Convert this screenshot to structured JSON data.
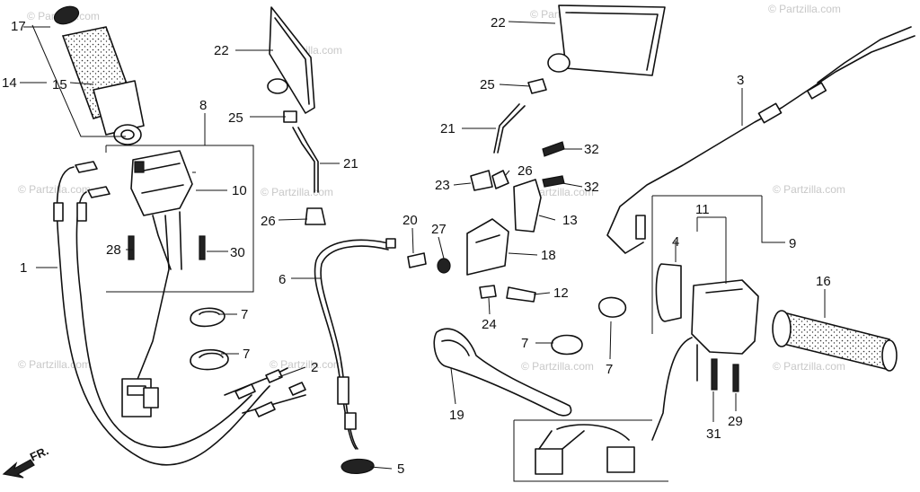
{
  "watermark": "© Partzilla.com",
  "front_label": "FR.",
  "callouts": {
    "c1": "1",
    "c2": "2",
    "c3": "3",
    "c4": "4",
    "c5": "5",
    "c6": "6",
    "c7a": "7",
    "c7b": "7",
    "c7c": "7",
    "c7d": "7",
    "c8": "8",
    "c9": "9",
    "c10": "10",
    "c11": "11",
    "c12": "12",
    "c13": "13",
    "c14": "14",
    "c15": "15",
    "c16": "16",
    "c17": "17",
    "c18": "18",
    "c19": "19",
    "c20": "20",
    "c21a": "21",
    "c21b": "21",
    "c22a": "22",
    "c22b": "22",
    "c23": "23",
    "c24": "24",
    "c25a": "25",
    "c25b": "25",
    "c26a": "26",
    "c26b": "26",
    "c27": "27",
    "c28": "28",
    "c29": "29",
    "c30": "30",
    "c31": "31",
    "c32a": "32",
    "c32b": "32"
  }
}
